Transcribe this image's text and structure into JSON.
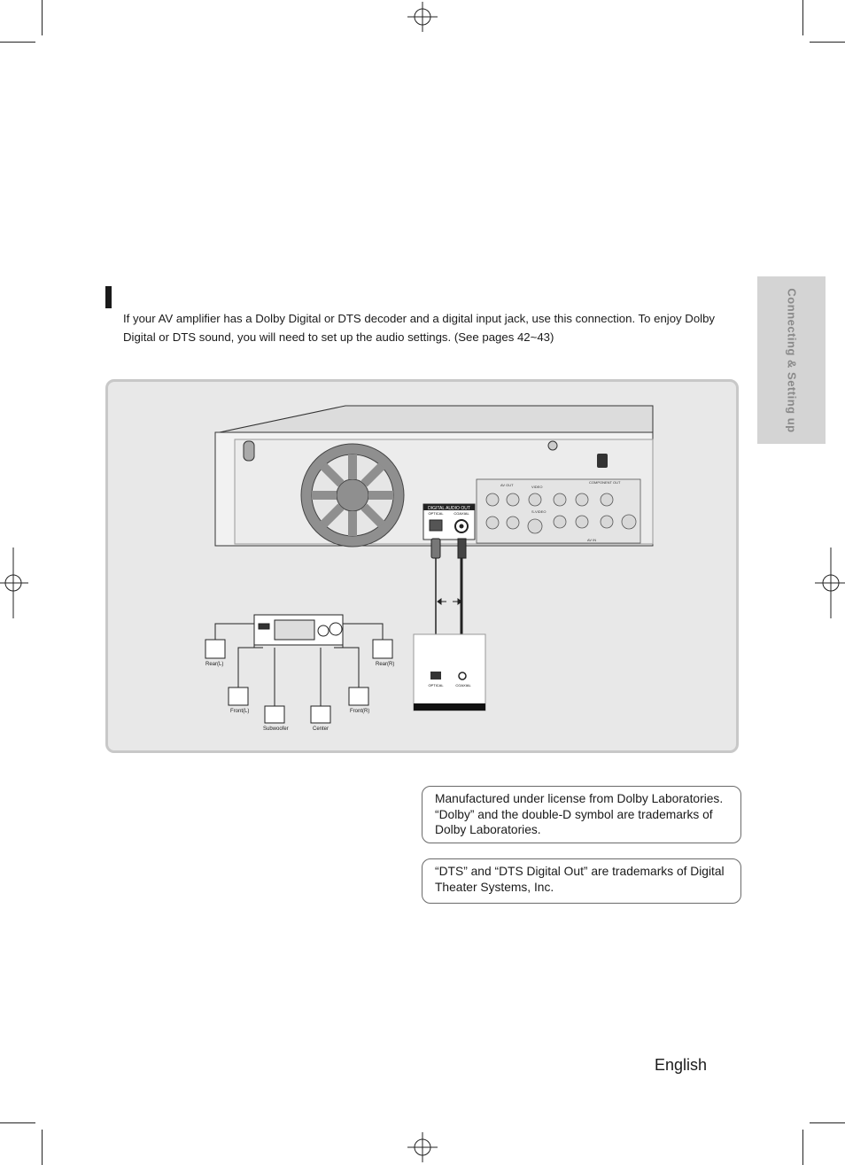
{
  "side_tab": {
    "label": "Connecting & Setting up"
  },
  "intro_text": "If your AV amplifier has a Dolby Digital or DTS decoder and a digital input jack, use this connection. To enjoy Dolby Digital or DTS sound, you will need to set up the audio settings. (See pages 42~43)",
  "diagram": {
    "digital_audio_out_label": "DIGITAL AUDIO OUT",
    "optical_label": "OPTICAL",
    "coaxial_label": "COAXIAL",
    "amp_optical_label": "OPTICAL",
    "amp_coaxial_label": "COAXIAL",
    "speakers": {
      "rear_l": "Rear(L)",
      "rear_r": "Rear(R)",
      "front_l": "Front(L)",
      "front_r": "Front(R)",
      "subwoofer": "Subwoofer",
      "center": "Center"
    },
    "panel_labels": {
      "av_out": "AV OUT",
      "video": "VIDEO",
      "s_video": "S-VIDEO",
      "component": "COMPONENT OUT",
      "av_in": "AV IN"
    }
  },
  "notes": [
    "Manufactured under license from Dolby Laboratories. “Dolby” and the double-D symbol are trademarks of Dolby Laboratories.",
    "“DTS” and “DTS Digital Out” are trademarks of Digital Theater Systems, Inc."
  ],
  "footer": {
    "language": "English"
  }
}
